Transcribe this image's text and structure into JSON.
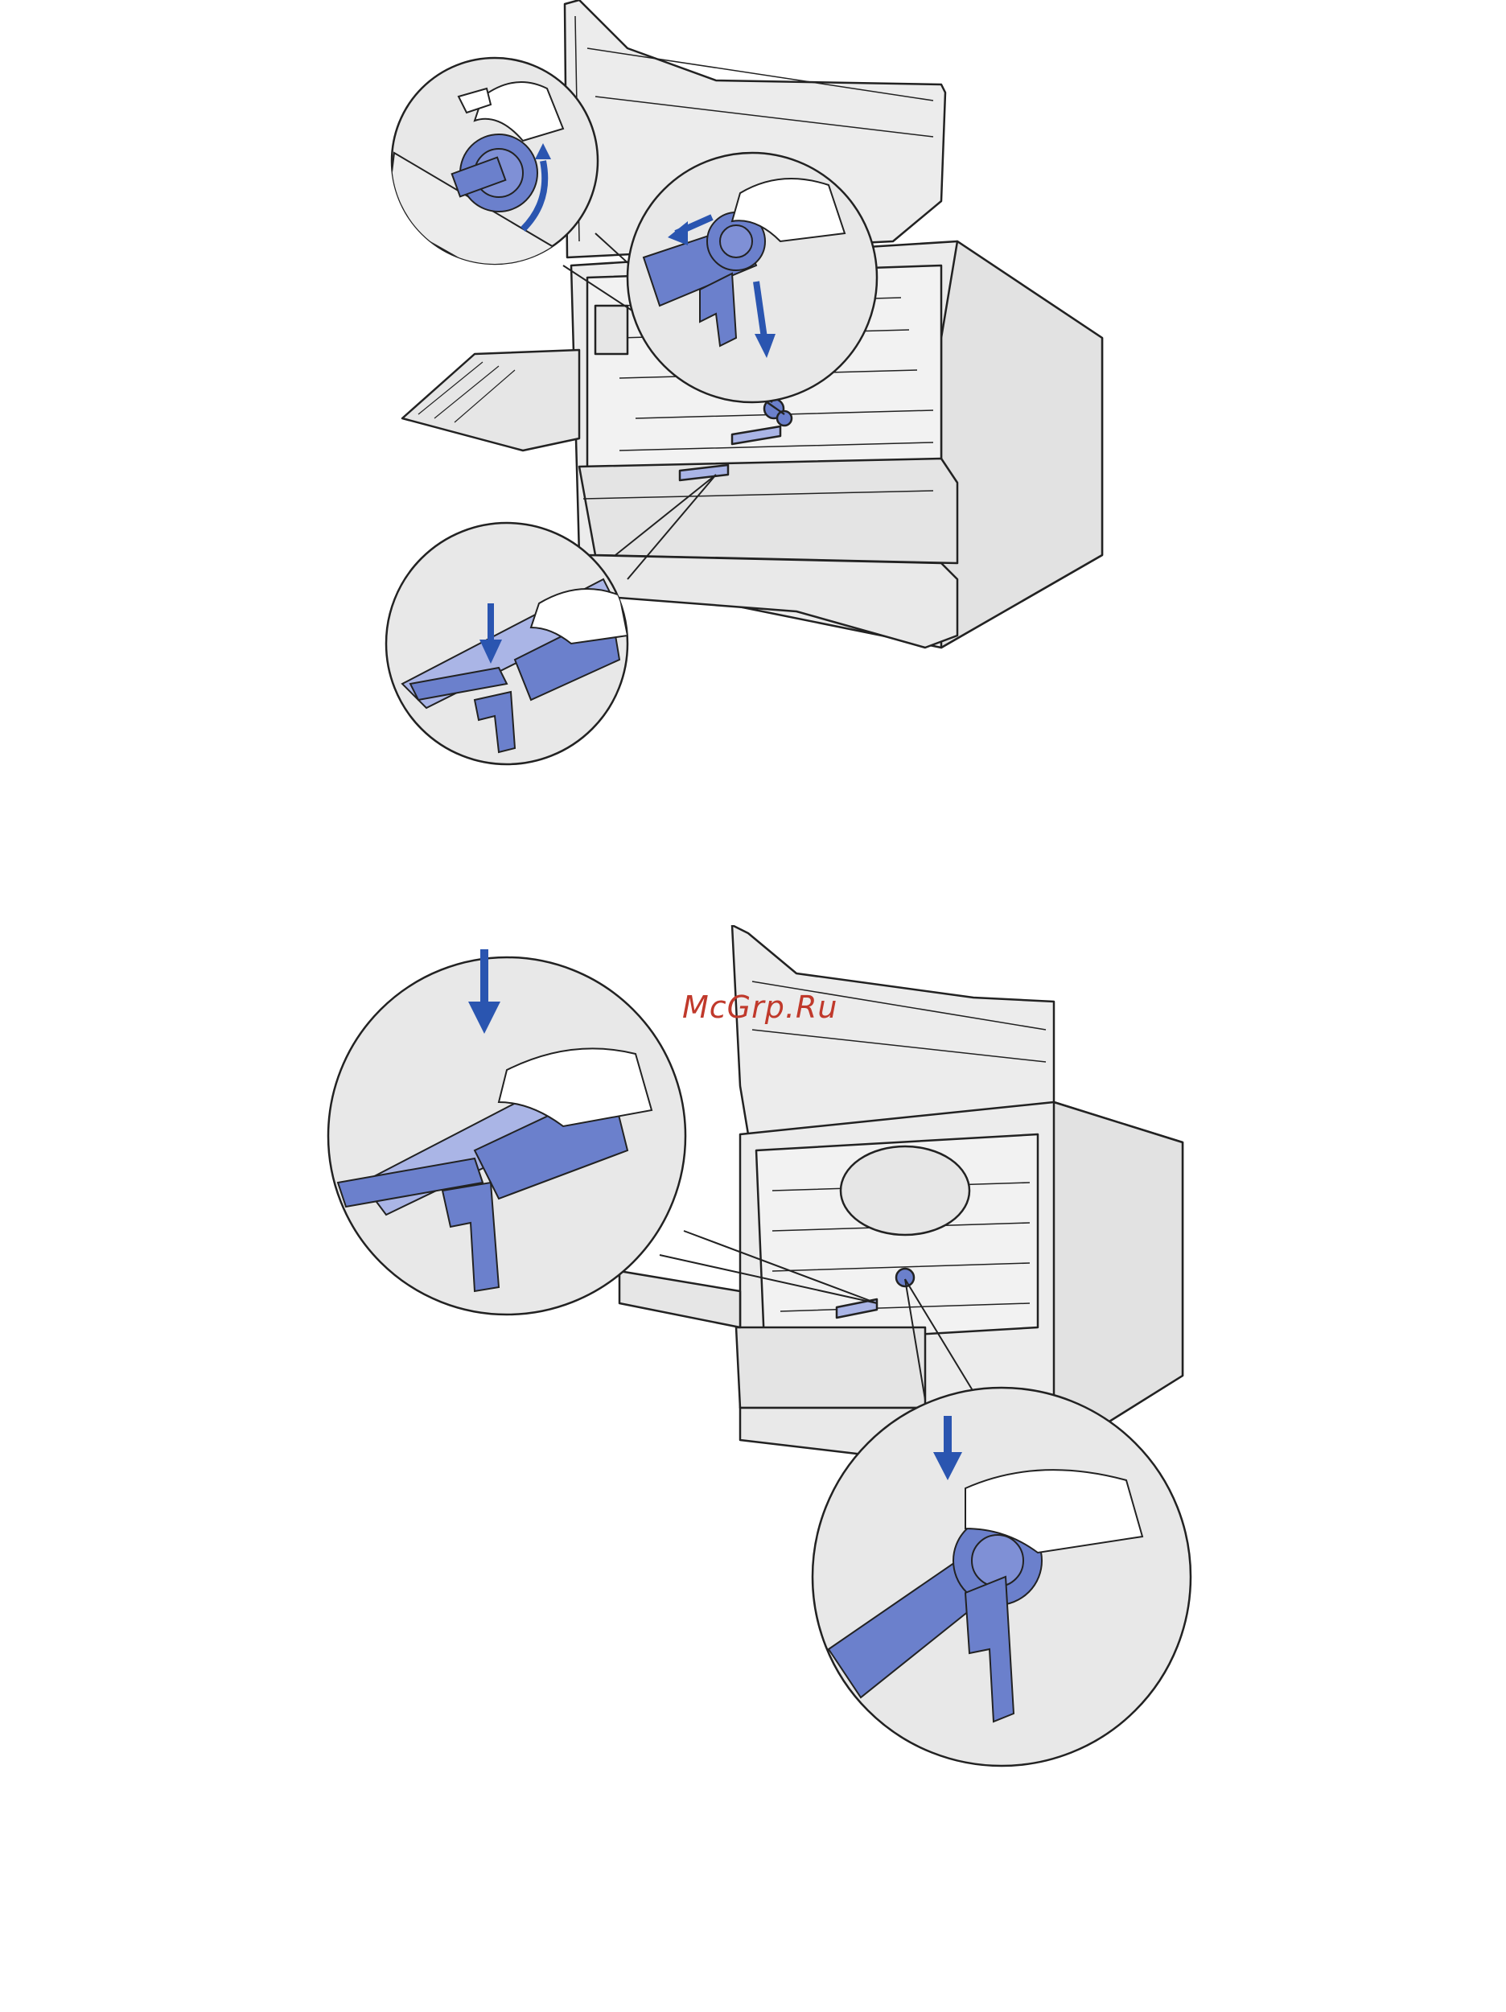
{
  "watermark": {
    "text": "McGrp.Ru"
  },
  "colors": {
    "outline": "#222222",
    "printer_body": "#ececec",
    "shade": "#d6d6d6",
    "part_blue": "#6b80cc",
    "part_blue_light": "#aab5e6",
    "arrow_blue": "#2a55b0",
    "hand": "#ffffff",
    "watermark": "#c0392b"
  },
  "figures": [
    {
      "id": "remove-pick-roller-figure",
      "icon": "printer-illustration"
    },
    {
      "id": "install-pick-roller-figure",
      "icon": "printer-illustration"
    }
  ]
}
